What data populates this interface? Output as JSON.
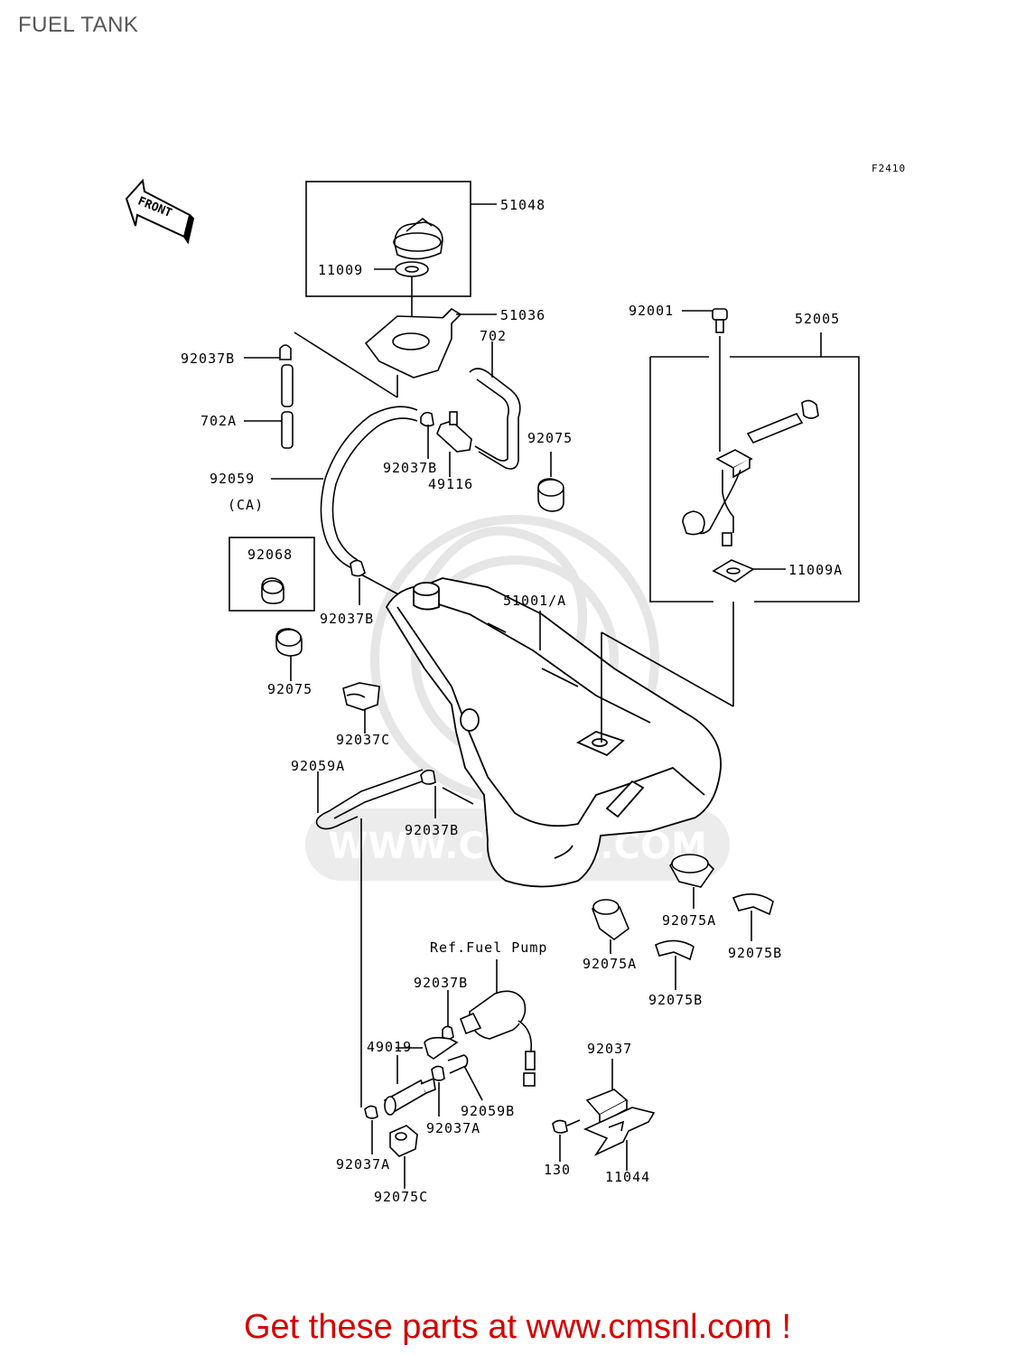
{
  "page": {
    "title": "FUEL TANK",
    "footer": "Get these parts at www.cmsnl.com !",
    "diagram_code": "F2410",
    "front_label": "FRONT",
    "watermark": "WWW.CMSNL.COM"
  },
  "callouts": {
    "p51048": "51048",
    "p11009": "11009",
    "p51036": "51036",
    "p702": "702",
    "p92037B_top": "92037B",
    "p702A": "702A",
    "p92037B_2": "92037B",
    "p49116": "49116",
    "p92075_top": "92075",
    "p92059": "92059",
    "pCA": "(CA)",
    "p92068": "92068",
    "p92037B_3": "92037B",
    "p51001A": "51001/A",
    "p92075_left": "92075",
    "p92037C": "92037C",
    "p92059A": "92059A",
    "p92037B_4": "92037B",
    "p92001": "92001",
    "p52005": "52005",
    "p11009A": "11009A",
    "p92075A_1": "92075A",
    "p92075A_2": "92075A",
    "p92075B_1": "92075B",
    "p92075B_2": "92075B",
    "ref_pump": "Ref.Fuel Pump",
    "p92037B_5": "92037B",
    "p49019": "49019",
    "p92059B": "92059B",
    "p92037A_1": "92037A",
    "p92037A_2": "92037A",
    "p92075C": "92075C",
    "p92037": "92037",
    "p130": "130",
    "p11044": "11044"
  },
  "colors": {
    "title": "#555555",
    "footer": "#d40000",
    "line": "#000000",
    "watermark": "#e6e6e6"
  }
}
